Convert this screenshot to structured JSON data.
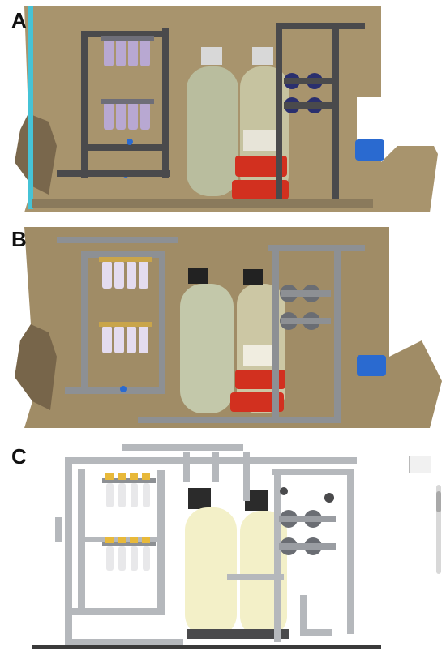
{
  "figure": {
    "panels": [
      {
        "label": "A",
        "kind": "raw point cloud scan"
      },
      {
        "label": "B",
        "kind": "colored point cloud scan"
      },
      {
        "label": "C",
        "kind": "3D BIM model"
      }
    ]
  },
  "colors": {
    "wall": "#a8946d",
    "pipe_dark": "#4a4a4c",
    "pipe_grey": "#8d9094",
    "tank": "#b9bd9e",
    "tank_model": "#f3f0c8",
    "pump": "#d2301f",
    "filter": "#b8a8d2",
    "filter_cap": "#e8b93a",
    "valve_blue": "#2a6ad0",
    "model_pipe": "#b5b8bc"
  },
  "icons": [
    "viewcube-icon"
  ]
}
